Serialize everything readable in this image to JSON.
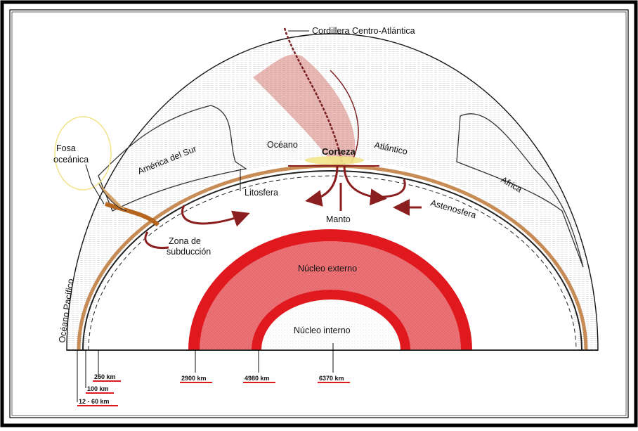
{
  "labels": {
    "cordillera": "Cordillera Centro-Atlántica",
    "fosa_line1": "Fosa",
    "fosa_line2": "oceánica",
    "america": "América del Sur",
    "oceano": "Océano",
    "corteza": "Corteza",
    "atlantico": "Atlántico",
    "africa": "Africa",
    "litosfera": "Litosfera",
    "astenosfera": "Astenosfera",
    "manto": "Manto",
    "zona_line1": "Zona de",
    "zona_line2": "subducción",
    "nucleo_externo": "Núcleo externo",
    "nucleo_interno": "Núcleo interno",
    "pacifico": "Océano Pacífico"
  },
  "depths": {
    "d250": "250 km",
    "d100": "100 km",
    "d12_60": "12 - 60 km",
    "d2900": "2900 km",
    "d4980": "4980 km",
    "d6370": "6370 km"
  },
  "colors": {
    "frame": "#000000",
    "core_red": "#e0191f",
    "crust_brown": "#b5651d",
    "ridge_red": "#c0392b",
    "arrow_red": "#8b1e1e",
    "highlight": "#f2e48a"
  }
}
